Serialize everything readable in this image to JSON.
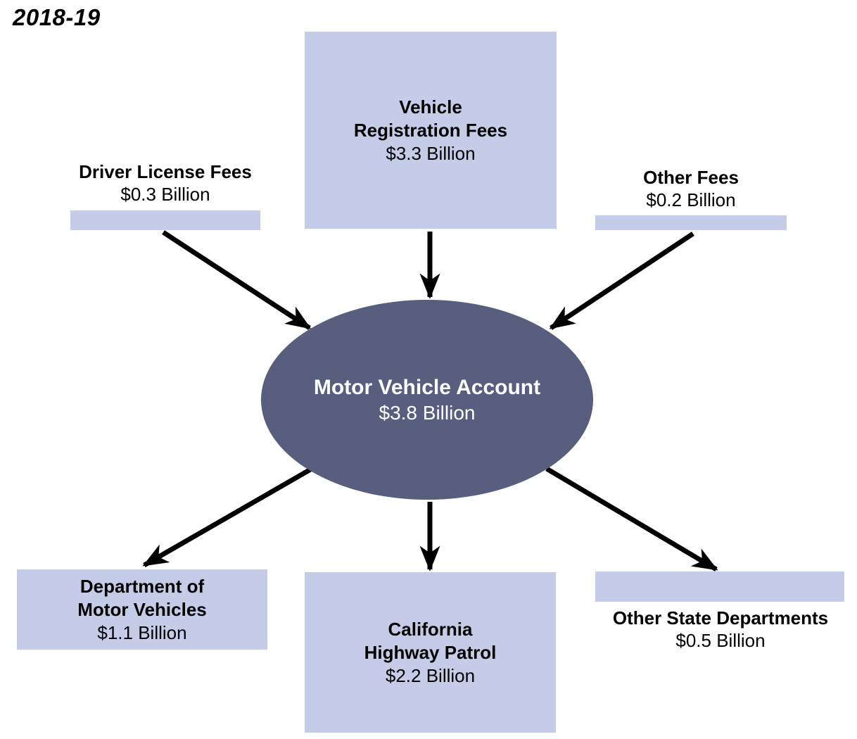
{
  "title": "2018-19",
  "colors": {
    "background": "#ffffff",
    "source_box": "#c4cce8",
    "account_ellipse": "#575e7e",
    "arrow": "#000000",
    "text": "#000000",
    "ellipse_text": "#ffffff"
  },
  "account": {
    "name": "Motor Vehicle Account",
    "value": "$3.8 Billion"
  },
  "sources": [
    {
      "id": "driver-license-fees",
      "name_lines": [
        "Driver License Fees"
      ],
      "value": "$0.3 Billion"
    },
    {
      "id": "vehicle-registration-fees",
      "name_lines": [
        "Vehicle",
        "Registration Fees"
      ],
      "value": "$3.3 Billion"
    },
    {
      "id": "other-fees",
      "name_lines": [
        "Other Fees"
      ],
      "value": "$0.2 Billion"
    }
  ],
  "destinations": [
    {
      "id": "department-of-motor-vehicles",
      "name_lines": [
        "Department of",
        "Motor Vehicles"
      ],
      "value": "$1.1 Billion"
    },
    {
      "id": "california-highway-patrol",
      "name_lines": [
        "California",
        "Highway Patrol"
      ],
      "value": "$2.2 Billion"
    },
    {
      "id": "other-state-departments",
      "name_lines": [
        "Other State Departments"
      ],
      "value": "$0.5 Billion"
    }
  ],
  "flows": [
    {
      "from": "Driver License Fees",
      "to": "Motor Vehicle Account"
    },
    {
      "from": "Vehicle Registration Fees",
      "to": "Motor Vehicle Account"
    },
    {
      "from": "Other Fees",
      "to": "Motor Vehicle Account"
    },
    {
      "from": "Motor Vehicle Account",
      "to": "Department of Motor Vehicles"
    },
    {
      "from": "Motor Vehicle Account",
      "to": "California Highway Patrol"
    },
    {
      "from": "Motor Vehicle Account",
      "to": "Other State Departments"
    }
  ]
}
